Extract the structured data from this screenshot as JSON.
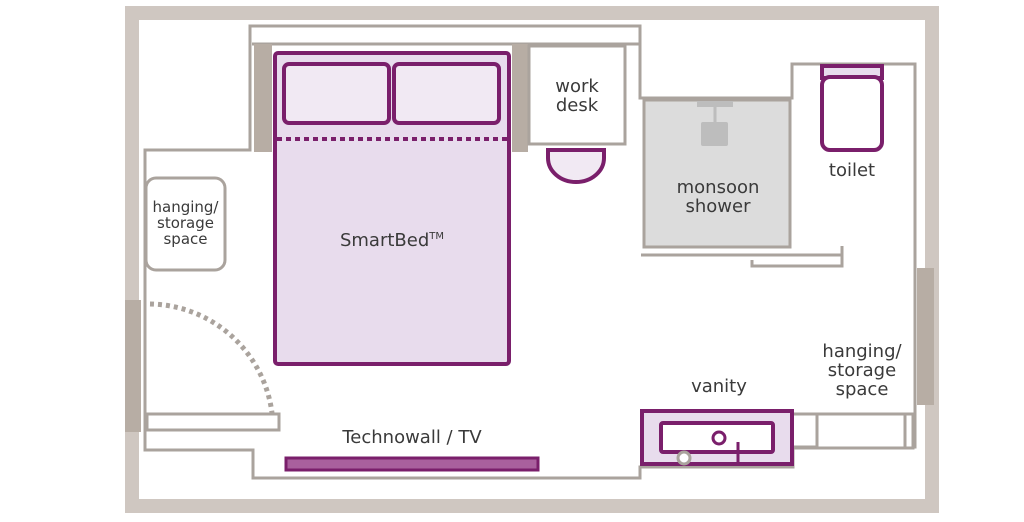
{
  "labels": {
    "work_desk": "work\ndesk",
    "smartbed": "SmartBed",
    "smartbed_tm": "TM",
    "hanging_left": "hanging/\nstorage\nspace",
    "monsoon_shower": "monsoon\nshower",
    "toilet": "toilet",
    "hanging_right": "hanging/\nstorage\nspace",
    "vanity": "vanity",
    "technowall": "Technowall / TV"
  },
  "colors": {
    "wall": "#c9c0b9",
    "wall_dark": "#b7ada4",
    "line": "#aaa39d",
    "purple": "#7a1f6b",
    "purple_fill": "#e8dced",
    "purple_light": "#f1e9f3",
    "shower_fill": "#dcdcdc",
    "text": "#3a3a3a"
  }
}
